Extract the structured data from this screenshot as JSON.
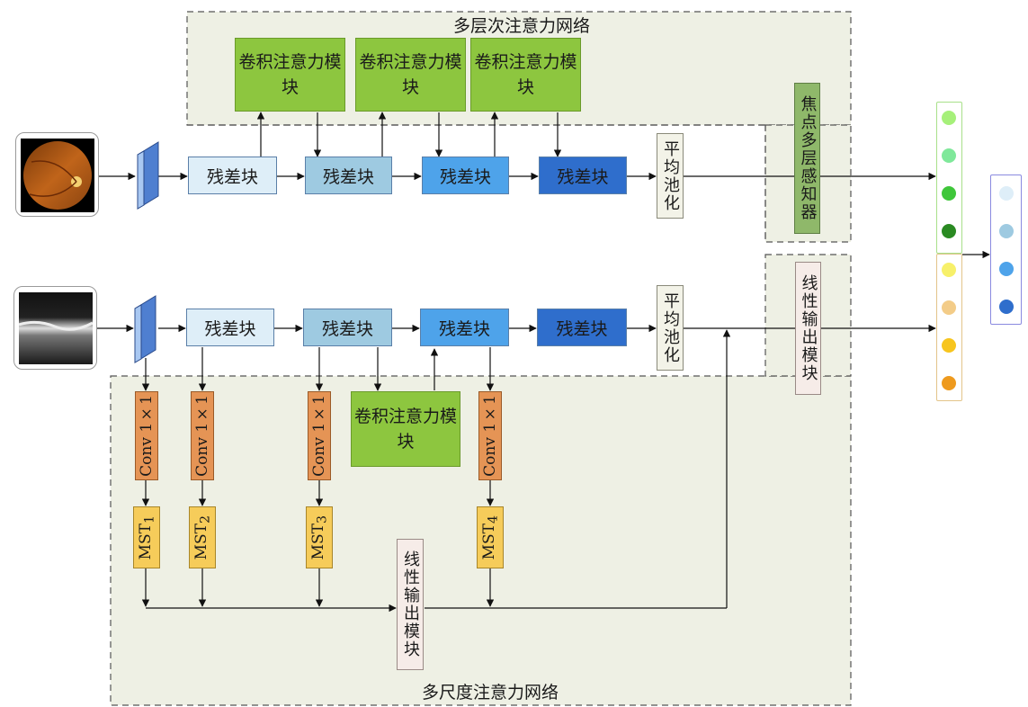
{
  "top_group_title": "多层次注意力网络",
  "bottom_group_title": "多尺度注意力网络",
  "conv_attention_label": "卷积注意力模块",
  "residual_label": "残差块",
  "avg_pool_label": "平均池化",
  "focal_mlp_label": "焦点多层感知器",
  "linear_output_label": "线性输出模块",
  "conv_label": "Conv 1×1",
  "mst_base_label": "MST",
  "mst_indices": [
    "1",
    "2",
    "3",
    "4"
  ],
  "colors": {
    "conv_attention": "#8dc63f",
    "residual_1": "#deeef8",
    "residual_2": "#9ecae1",
    "residual_3": "#4ea3ea",
    "residual_4": "#2f6ecc",
    "conv11": "#e59455",
    "mst": "#f6cc5a",
    "group_background": "#eef0e4",
    "focal_mlp": "#8fb86a",
    "linear_output": "#f6ece8"
  },
  "output_column_1_colors": [
    "#a6f07a",
    "#7fe89a",
    "#3fc63a",
    "#2a8a22"
  ],
  "output_column_2_colors": [
    "#f7f06a",
    "#f3cc88",
    "#f7c51e",
    "#ee9a1e"
  ],
  "fused_output_colors": [
    "#deeef8",
    "#9ecae1",
    "#4ea3ea",
    "#2f6ecc"
  ],
  "icons": {
    "fundus_image": "fundus-photo-icon",
    "oct_image": "oct-scan-icon",
    "input_conv": "input-conv-layer-icon"
  }
}
